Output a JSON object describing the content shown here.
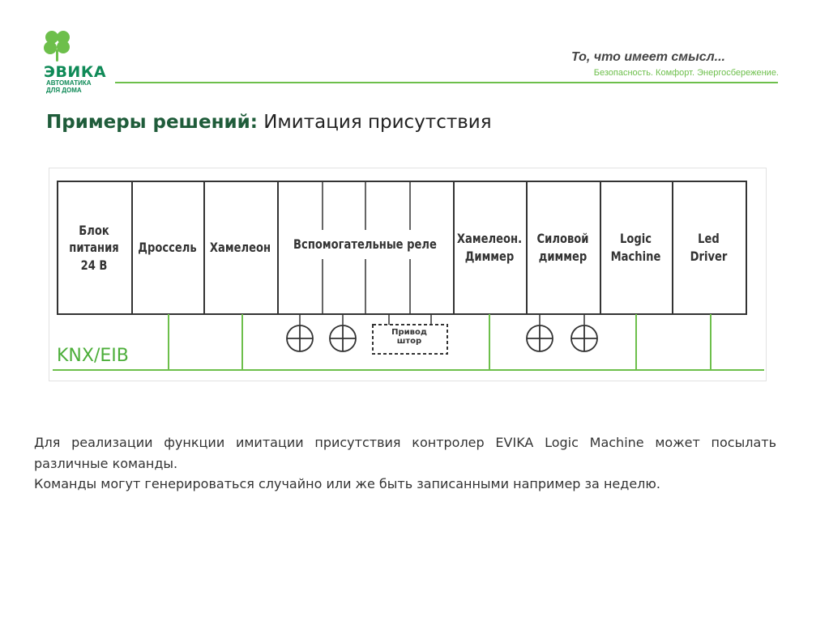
{
  "brand": {
    "name": "ЭВИКА",
    "subline1": "автоматика",
    "subline2": "для дома",
    "logo_icon": "clover-icon",
    "green": "#6dbf4b",
    "dark_green": "#0f8a57"
  },
  "header": {
    "slogan": "То, что имеет смысл...",
    "tagline": "Безопасность. Комфорт. Энергосбережение."
  },
  "title": {
    "bold": "Примеры решений:",
    "rest": "Имитация присутствия"
  },
  "diagram": {
    "modules": [
      {
        "label": "Блок\nпитания\n24 В"
      },
      {
        "label": "Дроссель"
      },
      {
        "label": "Хамелеон"
      },
      {
        "label": "Вспомогательные реле"
      },
      {
        "label": "Хамелеон.\nДиммер"
      },
      {
        "label": "Силовой\nдиммер"
      },
      {
        "label": "Logic\nMachine"
      },
      {
        "label": "Led\nDriver"
      }
    ],
    "bus": "KNX/EIB",
    "curtain_drive": "Привод\nштор",
    "lamp_icon": "lamp-symbol-icon"
  },
  "body": {
    "para1": "Для реализации функции имитации присутствия контролер EVIKA Logic Machine может посылать различные команды.",
    "para2": "Команды могут генерироваться случайно или же быть записанными например за неделю."
  }
}
